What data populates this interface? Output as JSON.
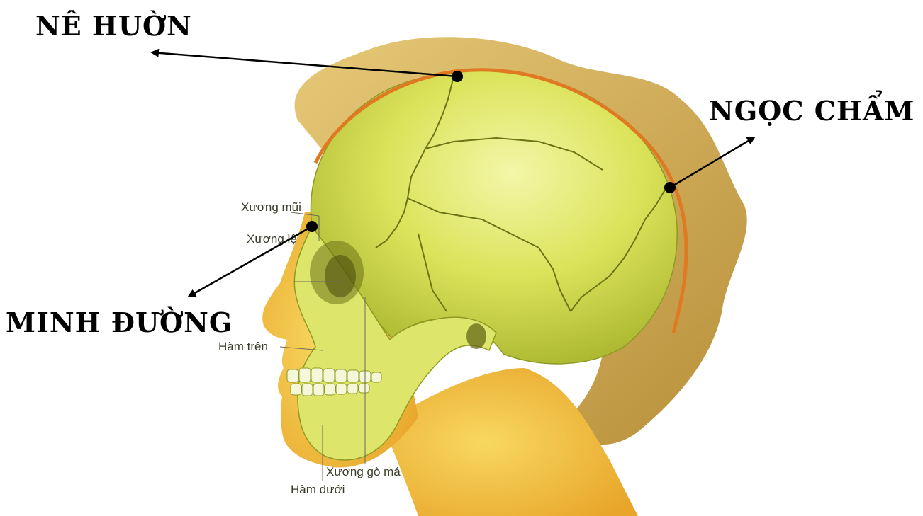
{
  "callouts": {
    "ne_huon": "NÊ HUỜN",
    "ngoc_cham": "NGỌC CHẨM",
    "minh_duong": "MINH ĐƯỜNG"
  },
  "anatomy_labels": {
    "nasal_bone": "Xương mũi",
    "lacrimal_bone": "Xương lệ",
    "maxilla": "Hàm trên",
    "zygomatic_bone": "Xương gò má",
    "mandible": "Hàm dưới"
  },
  "colors": {
    "skull": "#dbe35a",
    "skin": "#f2bf3c",
    "hair": "#d9b457",
    "scalp_line": "#e07a22",
    "ink": "#000000"
  }
}
